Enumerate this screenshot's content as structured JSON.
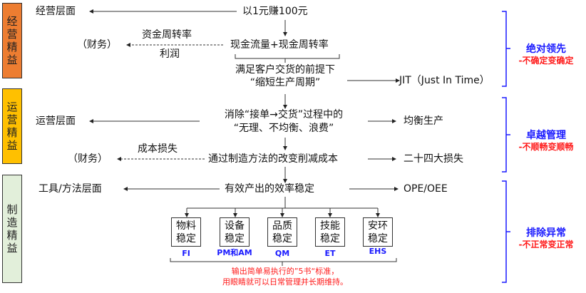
{
  "colors": {
    "management_band": "#ed7d31",
    "operations_band": "#ffc000",
    "manufacturing_band": "#e2efda",
    "goal_title": "#1a1aff",
    "goal_subtitle": "#ff1a1a",
    "code_text": "#1a1aff",
    "note_text": "#ff1a1a"
  },
  "bands": [
    {
      "label": [
        "经",
        "营",
        "精",
        "益"
      ]
    },
    {
      "label": [
        "运",
        "营",
        "精",
        "益"
      ]
    },
    {
      "label": [
        "制",
        "造",
        "精",
        "益"
      ]
    }
  ],
  "management": {
    "level": "经营层面",
    "top": "以1元赚100元",
    "metrics": "现金流量+现金周转率",
    "finance": "（财务）",
    "dashed_above": "资金周转率",
    "dashed_below": "利润",
    "condition_line1": "满足客户交货的前提下",
    "condition_line2": "“缩短生产周期”",
    "jit": "JIT（Just In Time）"
  },
  "operations": {
    "level": "运营层面",
    "eliminate_line1": "消除“接单→交货”过程中的",
    "eliminate_line2": "“无理、不均衡、浪费”",
    "balanced": "均衡生产",
    "finance": "（财务）",
    "cost_loss": "成本损失",
    "reduce_cost": "通过制造方法的改变削减成本",
    "losses": "二十四大损失"
  },
  "manufacturing": {
    "level": "工具/方法层面",
    "efficiency": "有效产出的效率稳定",
    "ope": "OPE/OEE",
    "boxes": [
      {
        "line1": "物料",
        "line2": "稳定",
        "code": "FI"
      },
      {
        "line1": "设备",
        "line2": "稳定",
        "code": "PM和AM"
      },
      {
        "line1": "品质",
        "line2": "稳定",
        "code": "QM"
      },
      {
        "line1": "技能",
        "line2": "稳定",
        "code": "ET"
      },
      {
        "line1": "安环",
        "line2": "稳定",
        "code": "EHS"
      }
    ],
    "note_line1": "输出简单易执行的”5书“标准，",
    "note_line2": "用眼睛就可以日常管理并长期维持。"
  },
  "goals": [
    {
      "title": "绝对领先",
      "subtitle": "-不确定变确定"
    },
    {
      "title": "卓越管理",
      "subtitle": "-不顺畅变顺畅"
    },
    {
      "title": "排除异常",
      "subtitle": "-不正常变正常"
    }
  ]
}
